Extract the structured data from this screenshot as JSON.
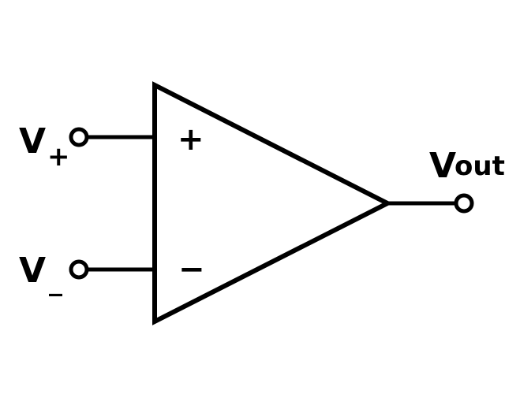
{
  "labels": {
    "non_inverting": {
      "main": "V",
      "sub": "+"
    },
    "inverting": {
      "main": "V",
      "sub": "_"
    },
    "output": {
      "main": "V",
      "sub": "out"
    }
  },
  "symbols": {
    "plus": "+",
    "minus": "−"
  },
  "colors": {
    "stroke": "#000000",
    "background": "#ffffff"
  }
}
